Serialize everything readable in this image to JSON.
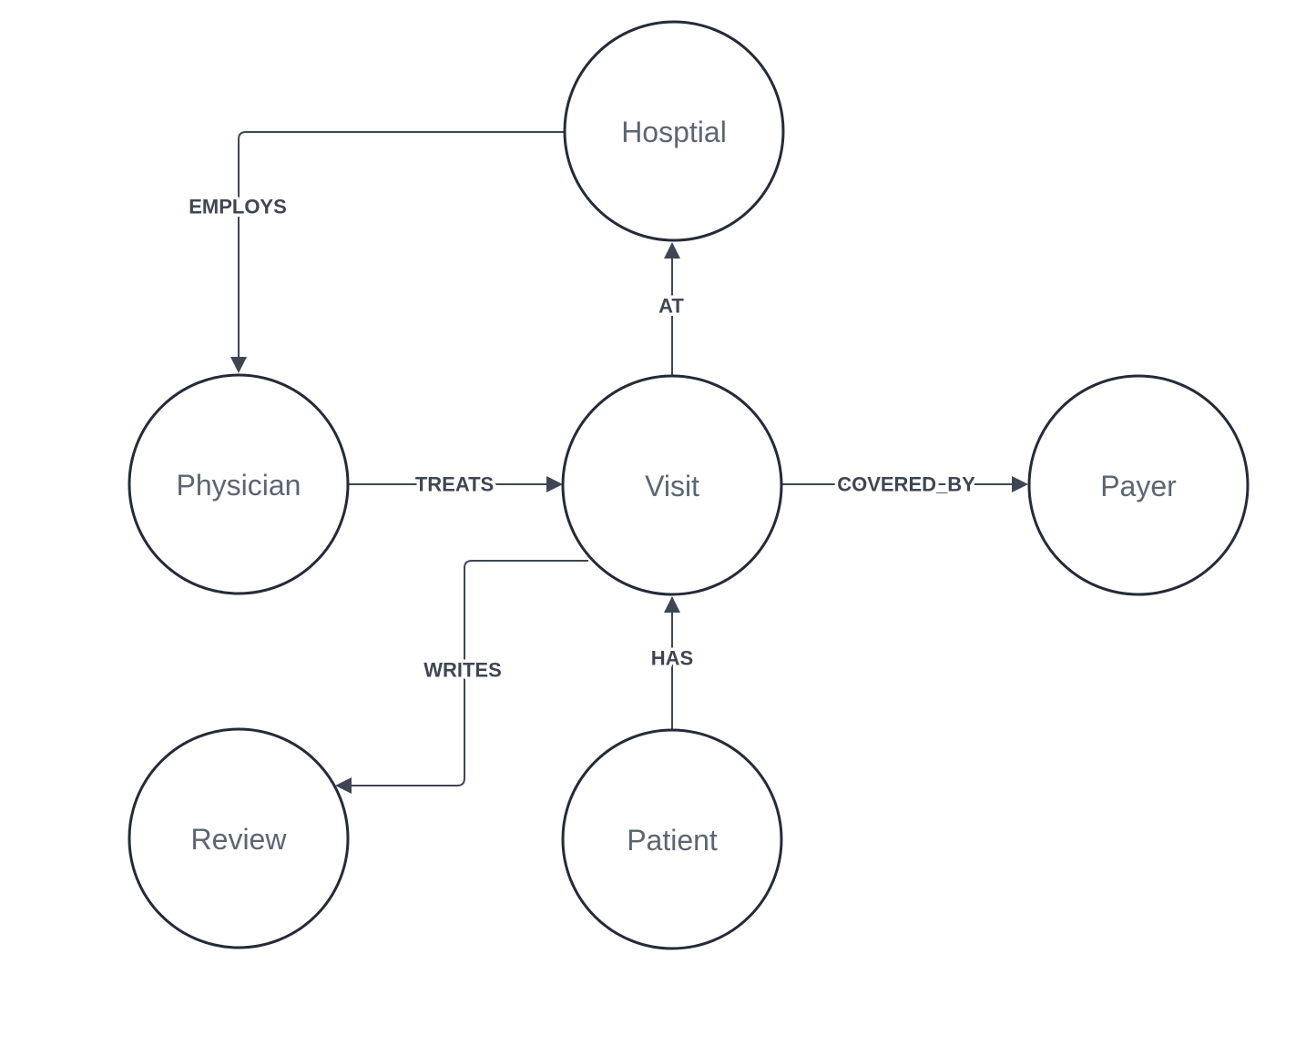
{
  "diagram": {
    "title": "healthcare-graph-model",
    "background_color": "#ffffff",
    "colors": {
      "node_stroke": "#242b38",
      "node_fill": "#ffffff",
      "node_text": "#5b6573",
      "edge_line": "#3f4653",
      "edge_text": "#3f4653",
      "edge_label_halo": "#ffffff"
    },
    "nodes": [
      {
        "id": "hospital",
        "label": "Hosptial"
      },
      {
        "id": "physician",
        "label": "Physician"
      },
      {
        "id": "visit",
        "label": "Visit"
      },
      {
        "id": "payer",
        "label": "Payer"
      },
      {
        "id": "review",
        "label": "Review"
      },
      {
        "id": "patient",
        "label": "Patient"
      }
    ],
    "edges": [
      {
        "id": "employs",
        "label": "EMPLOYS",
        "from": "hospital",
        "to": "physician"
      },
      {
        "id": "at",
        "label": "AT",
        "from": "visit",
        "to": "hospital"
      },
      {
        "id": "treats",
        "label": "TREATS",
        "from": "physician",
        "to": "visit"
      },
      {
        "id": "covered_by",
        "label": "COVERED_BY",
        "from": "visit",
        "to": "payer"
      },
      {
        "id": "writes",
        "label": "WRITES",
        "from": "visit",
        "to": "review"
      },
      {
        "id": "has",
        "label": "HAS",
        "from": "patient",
        "to": "visit"
      }
    ]
  }
}
